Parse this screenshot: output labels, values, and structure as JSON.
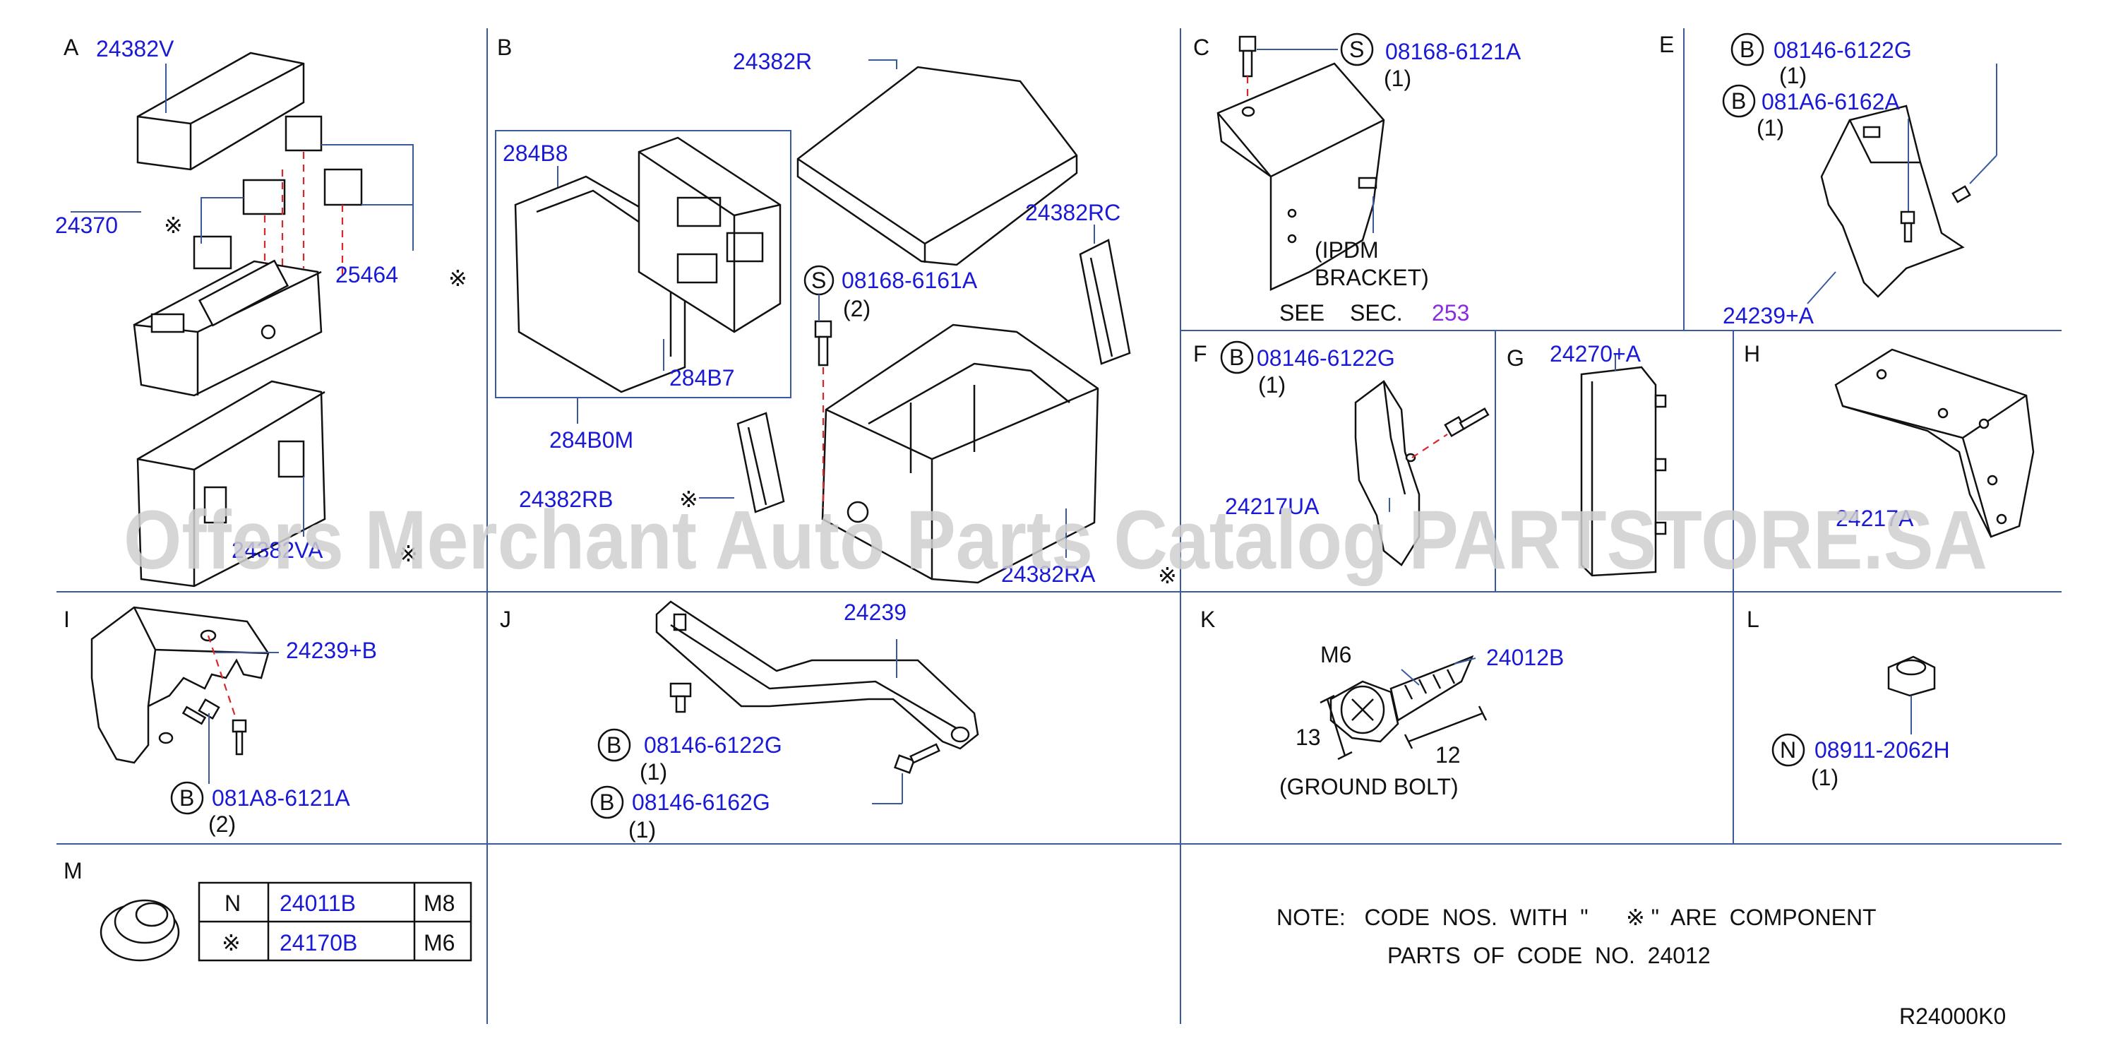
{
  "diagram_id": "R24000K0",
  "watermark": "Offers Merchant Auto Parts Catalog PARTSTORE.SA",
  "symbol_mark": "※",
  "sections": {
    "A": {
      "letter": "A",
      "parts": [
        "24382V",
        "24370",
        "25464",
        "24382VA"
      ]
    },
    "B": {
      "letter": "B",
      "parts": [
        "24382R",
        "284B8",
        "24382RC",
        "08168-6161A",
        "284B7",
        "284B0M",
        "24382RB",
        "24382RA"
      ],
      "qty": "(2)",
      "prefix": "S"
    },
    "C": {
      "letter": "C",
      "part": "08168-6121A",
      "qty": "(1)",
      "prefix": "S",
      "note_line1": "(IPDM",
      "note_line2": "BRACKET)",
      "see_label": "SEE",
      "sec_label": "SEC.",
      "sec_no": "253"
    },
    "D": {
      "letter": "E",
      "part1": "08146-6122G",
      "qty1": "(1)",
      "part2": "081A6-6162A",
      "qty2": "(1)",
      "prefix": "B",
      "part3": "24239+A"
    },
    "F": {
      "letter": "F",
      "part": "08146-6122G",
      "qty": "(1)",
      "prefix": "B",
      "part2": "24217UA"
    },
    "G": {
      "letter": "G",
      "part": "24270+A"
    },
    "H": {
      "letter": "H",
      "part": "24217A"
    },
    "I": {
      "letter": "I",
      "part": "24239+B",
      "part2": "081A8-6121A",
      "qty2": "(2)",
      "prefix": "B"
    },
    "J": {
      "letter": "J",
      "part": "24239",
      "part2": "08146-6122G",
      "qty2": "(1)",
      "part3": "08146-6162G",
      "qty3": "(1)",
      "prefix": "B"
    },
    "K": {
      "letter": "K",
      "size": "M6",
      "part": "24012B",
      "dim1": "13",
      "dim2": "12",
      "caption": "(GROUND  BOLT)"
    },
    "L": {
      "letter": "L",
      "part": "08911-2062H",
      "qty": "(1)",
      "prefix": "N"
    },
    "M": {
      "letter": "M",
      "table": [
        {
          "mark": "N",
          "part": "24011B",
          "size": "M8"
        },
        {
          "mark": "※",
          "part": "24170B",
          "size": "M6"
        }
      ]
    }
  },
  "note": {
    "line1": "NOTE:   CODE  NOS.  WITH  \"      ※ \"  ARE  COMPONENT",
    "line2": "PARTS  OF  CODE  NO.  24012"
  }
}
